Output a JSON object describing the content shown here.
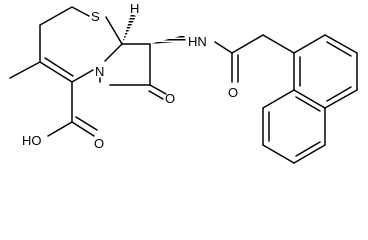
{
  "molecule": {
    "atoms": {
      "sulfur": "S",
      "stereo_hydrogen": "H",
      "amide_nitrogen": "HN",
      "ring_nitrogen": "N",
      "amide_oxygen": "O",
      "lactam_oxygen": "O",
      "acid_hydroxyl": "HO",
      "acid_carbonyl_oxygen": "O"
    }
  }
}
